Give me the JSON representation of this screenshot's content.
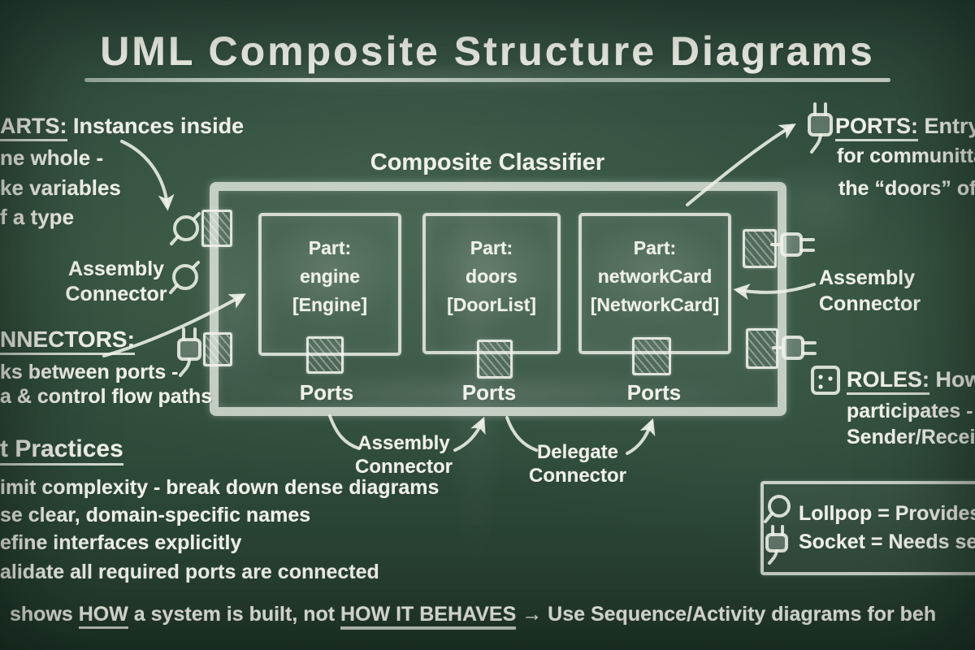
{
  "title": "UML Composite Structure Diagrams",
  "notes_left": {
    "parts_heading": "ARTS:",
    "parts_rest": " Instances inside",
    "parts_line2": "ne whole -",
    "parts_line3": "ke variables",
    "parts_line4": "f a type",
    "assembly_line1": "Assembly",
    "assembly_line2": "Connector",
    "connectors_heading": "NNECTORS:",
    "connectors_line1": "ks between ports -",
    "connectors_line2": "a & control flow paths",
    "practices_heading": "t Practices",
    "practice_1": "imit complexity - break down dense diagrams",
    "practice_2": "se clear, domain-specific names",
    "practice_3": "efine interfaces explicitly",
    "practice_4": "alidate all required ports are connected"
  },
  "diagram": {
    "classifier_title": "Composite Classifier",
    "parts": [
      {
        "label": "Part:",
        "name": "engine",
        "type": "[Engine]",
        "port_label": "Ports"
      },
      {
        "label": "Part:",
        "name": "doors",
        "type": "[DoorList]",
        "port_label": "Ports"
      },
      {
        "label": "Part:",
        "name": "networkCard",
        "type": "[NetworkCard]",
        "port_label": "Ports"
      }
    ],
    "bottom_connectors": [
      {
        "line1": "Assembly",
        "line2": "Connector"
      },
      {
        "line1": "Delegate",
        "line2": "Connector"
      }
    ]
  },
  "notes_right": {
    "ports_heading": "PORTS:",
    "ports_rest": " Entry/",
    "ports_line2": "for communitta",
    "ports_line3": "the “doors” of",
    "assembly_line1": "Assembly",
    "assembly_line2": "Connector",
    "roles_heading": "ROLES:",
    "roles_rest": " How",
    "roles_line2": "participates -",
    "roles_line3": "Sender/Receiv"
  },
  "legend": {
    "lollipop": "Lollpop = Provides s",
    "socket": "Socket = Needs ser"
  },
  "footer": {
    "pre": "shows ",
    "how": "HOW",
    "mid": " a system is built, not ",
    "behaves": "HOW IT BEHAVES",
    "arrow": " → ",
    "post": "Use Sequence/Activity diagrams for beh"
  },
  "colors": {
    "chalk": "#eef1e7",
    "board_green": "#2e4a39"
  }
}
